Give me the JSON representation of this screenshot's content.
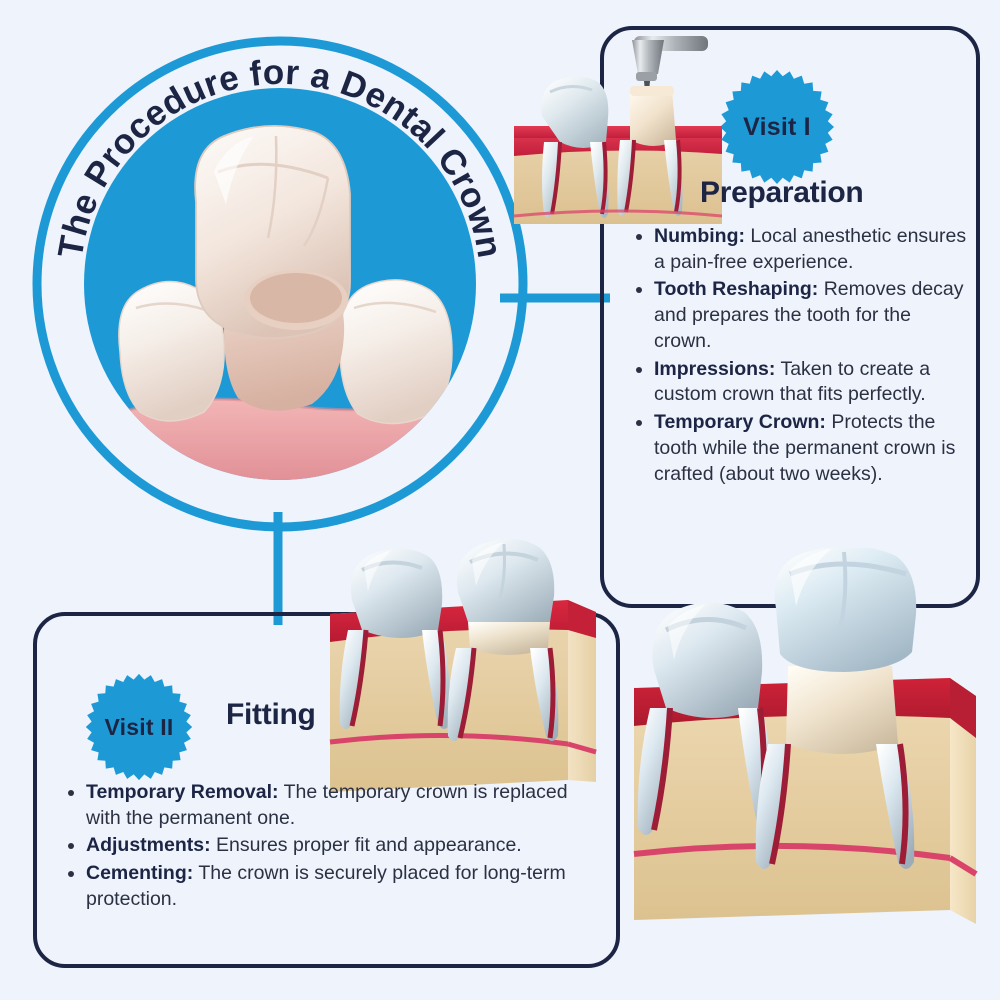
{
  "meta": {
    "title": "The Procedure for a Dental Crown",
    "background_color": "#eef3fc",
    "accent_blue": "#1d9ad6",
    "ink_navy": "#1d2545",
    "body_text_color": "#2b3142"
  },
  "title_circle": {
    "curved_title": "The Procedure for a Dental Crown",
    "ring_color": "#1d9ad6",
    "inner_fill": "#1d9ad6",
    "illustration_name": "crown-over-molar-illustration"
  },
  "visit1": {
    "badge_label": "Visit I",
    "heading": "Preparation",
    "illustration_name": "tooth-preparation-drill-illustration",
    "bullets": [
      {
        "term": "Numbing:",
        "text": " Local anesthetic ensures a pain-free experience."
      },
      {
        "term": "Tooth Reshaping:",
        "text": " Removes decay and prepares the tooth for the crown."
      },
      {
        "term": "Impressions:",
        "text": " Taken to create a custom crown that fits perfectly."
      },
      {
        "term": "Temporary Crown:",
        "text": " Protects the tooth while the permanent crown is crafted (about two weeks)."
      }
    ]
  },
  "visit2": {
    "badge_label": "Visit II",
    "heading": "Fitting",
    "bullets": [
      {
        "term": "Temporary Removal:",
        "text": " The temporary crown is replaced with the permanent one."
      },
      {
        "term": "Adjustments:",
        "text": " Ensures proper fit and appearance."
      },
      {
        "term": "Cementing:",
        "text": " The crown is securely placed for long-term protection."
      }
    ]
  },
  "illustrations": {
    "pair_name": "two-teeth-cross-section-illustration",
    "crown_name": "crown-placement-cutaway-illustration"
  },
  "connectors": {
    "circle_to_visit1": "horizontal-connector",
    "circle_to_visit2": "vertical-connector"
  }
}
